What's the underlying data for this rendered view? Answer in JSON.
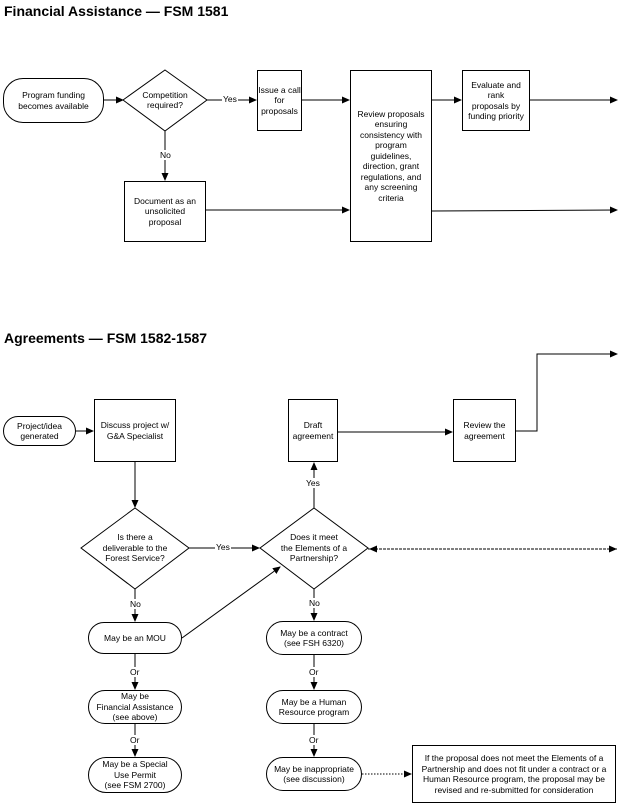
{
  "titles": {
    "financial": "Financial Assistance — FSM 1581",
    "agreements": "Agreements — FSM 1582-1587"
  },
  "fa": {
    "program_funding": "Program funding\nbecomes available",
    "competition": "Competition\nrequired?",
    "yes": "Yes",
    "no": "No",
    "issue_call": "Issue a call\nfor proposals",
    "review_proposals": "Review proposals\nensuring\nconsistency with\nprogram\nguidelines,\ndirection, grant\nregulations, and\nany screening\ncriteria",
    "evaluate": "Evaluate and rank\nproposals by\nfunding priority",
    "document": "Document as an\nunsolicited\nproposal"
  },
  "ag": {
    "project_idea": "Project/idea\ngenerated",
    "discuss": "Discuss project w/\nG&A Specialist",
    "draft": "Draft\nagreement",
    "review_agreement": "Review the\nagreement",
    "deliverable": "Is there a\ndeliverable to the\nForest Service?",
    "elements": "Does it meet\nthe Elements of a\nPartnership?",
    "yes_1": "Yes",
    "yes_2": "Yes",
    "no_1": "No",
    "no_2": "No",
    "or_1": "Or",
    "or_2": "Or",
    "or_3": "Or",
    "or_4": "Or",
    "mou": "May be an MOU",
    "financial_assistance": "May be\nFinancial Assistance\n(see above)",
    "special_use": "May be a Special\nUse Permit\n(see FSM 2700)",
    "contract": "May be a contract\n(see FSH 6320)",
    "human_resource": "May be a Human\nResource program",
    "inappropriate": "May be inappropriate\n(see discussion)",
    "note": "If the proposal does not meet the Elements of a Partnership and does not fit under a contract or a Human Resource program, the proposal may be revised and re-submitted for consideration"
  }
}
